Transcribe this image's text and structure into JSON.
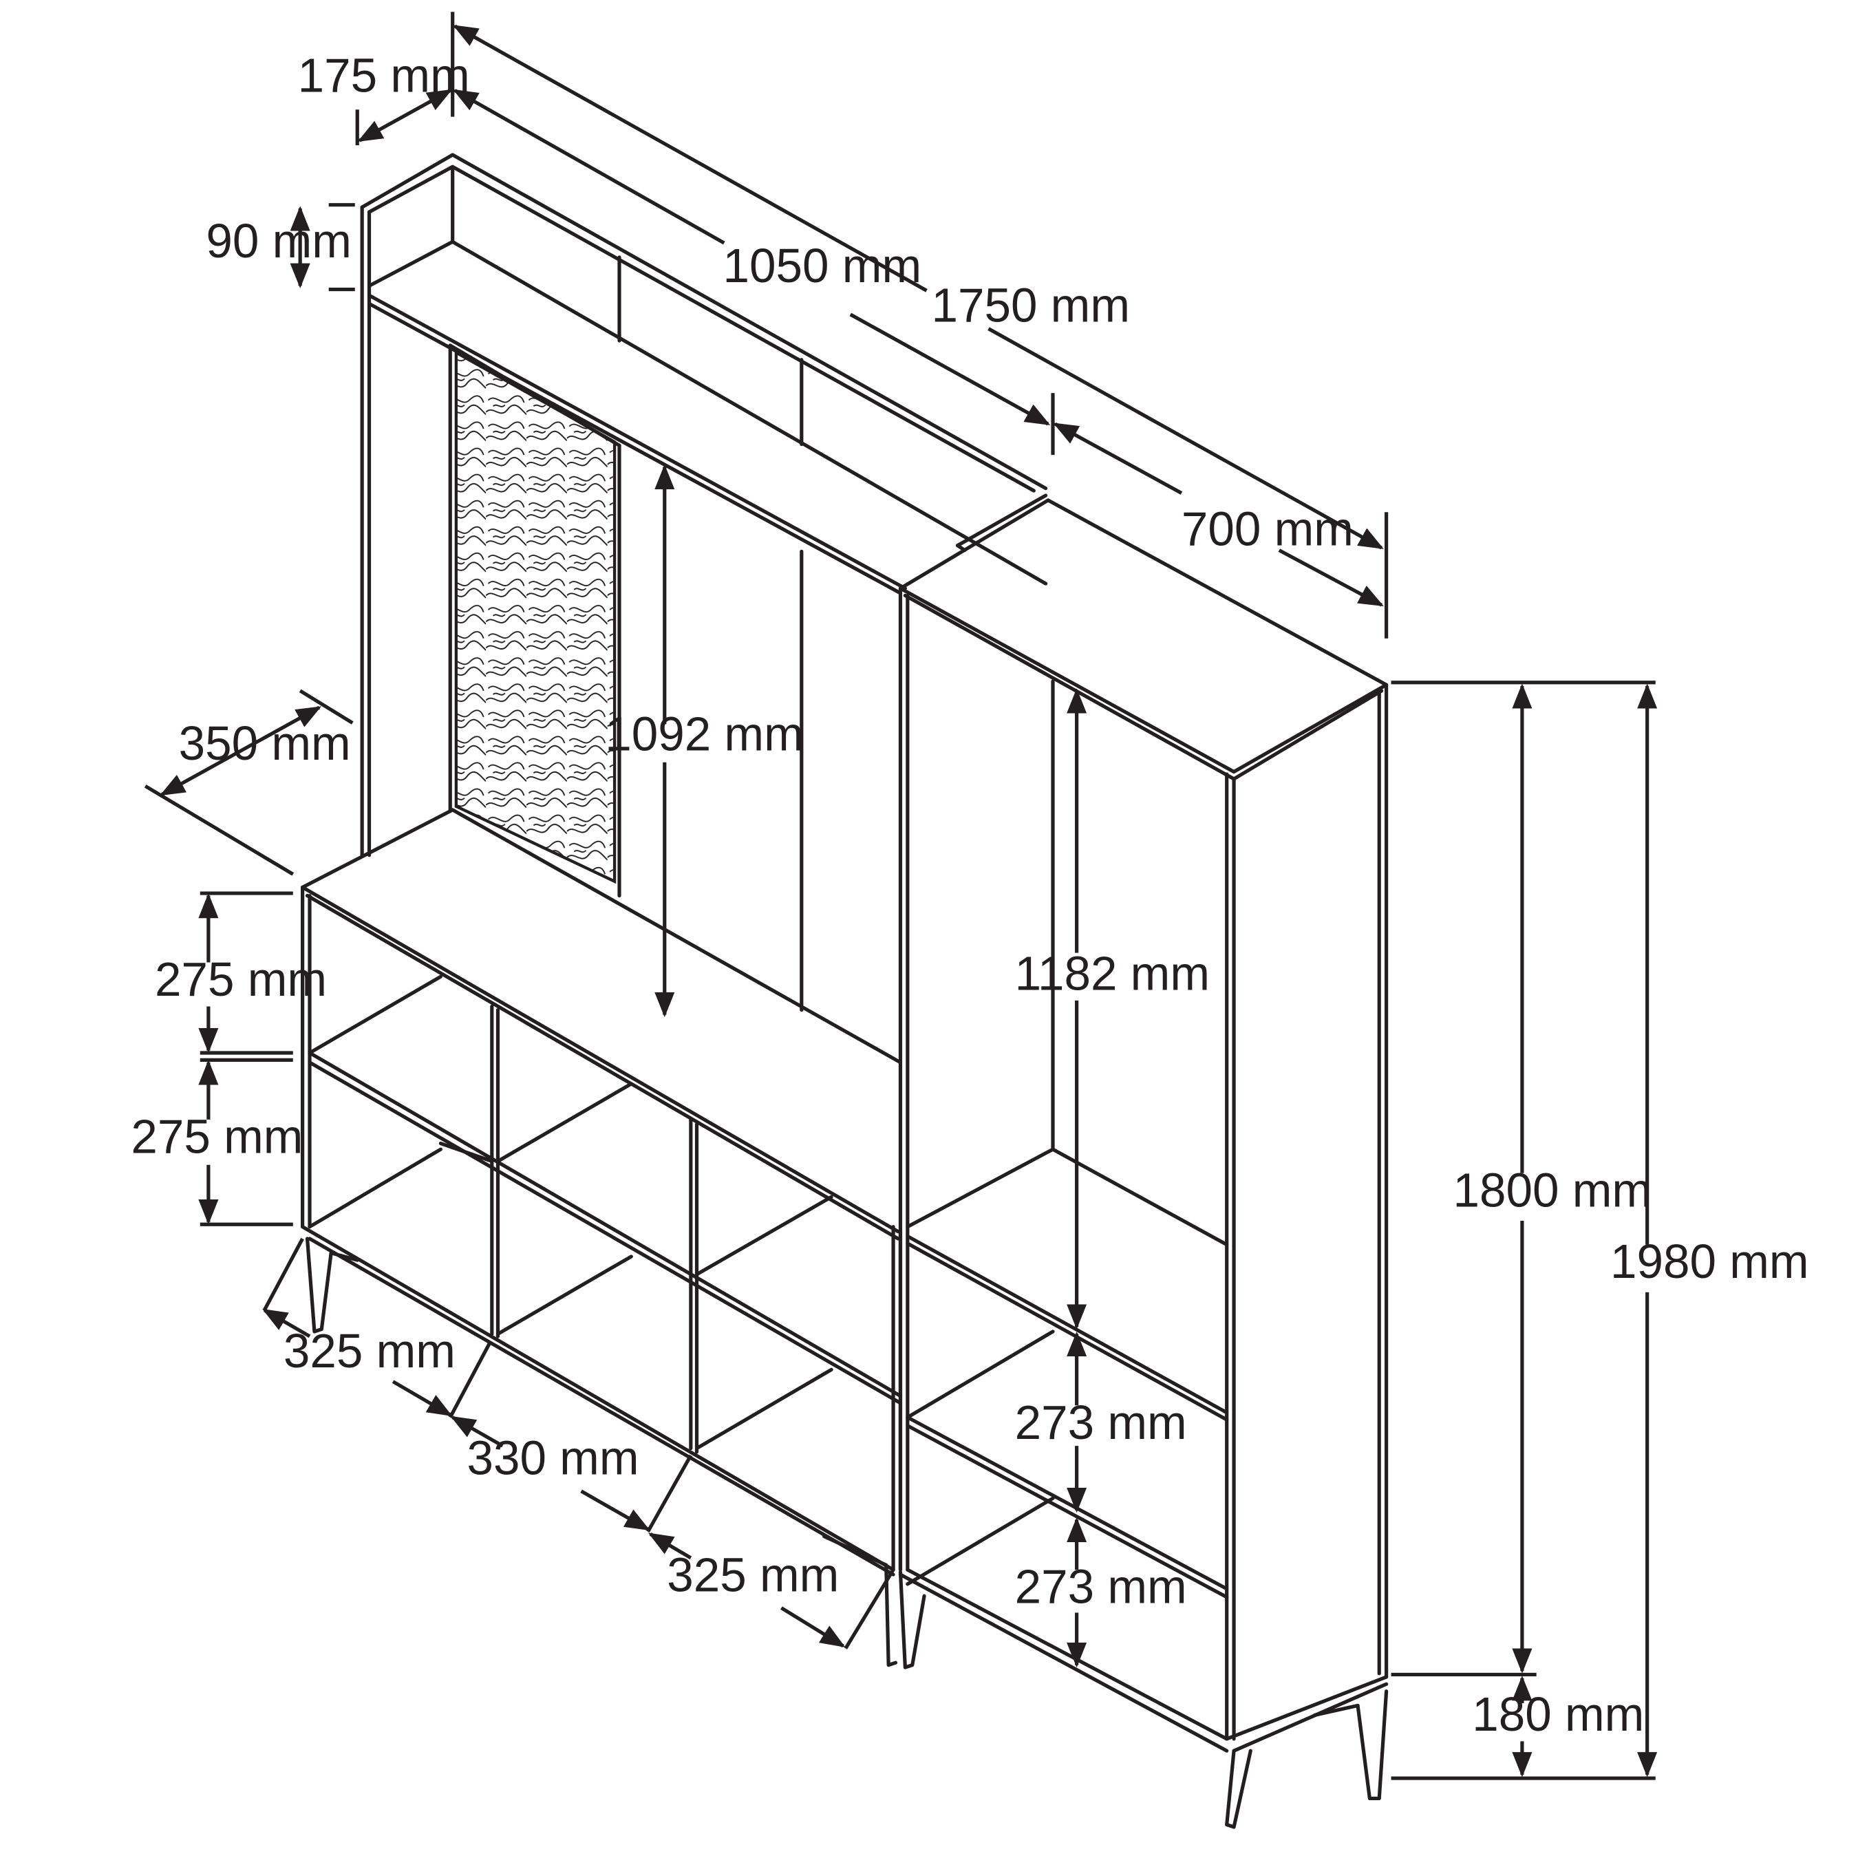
{
  "dimensions": {
    "top_depth": "175 mm",
    "top_height": "90 mm",
    "upper_width": "1050 mm",
    "total_width": "1750 mm",
    "tall_width": "700 mm",
    "base_depth": "350 mm",
    "upper_height": "1092 mm",
    "row1_height": "275 mm",
    "row2_height": "275 mm",
    "col1_width": "325 mm",
    "col2_width": "330 mm",
    "col3_width": "325 mm",
    "tall_upper_height": "1182 mm",
    "tall_row1_height": "273 mm",
    "tall_row2_height": "273 mm",
    "body_height": "1800 mm",
    "leg_height": "180 mm",
    "total_height": "1980 mm"
  }
}
